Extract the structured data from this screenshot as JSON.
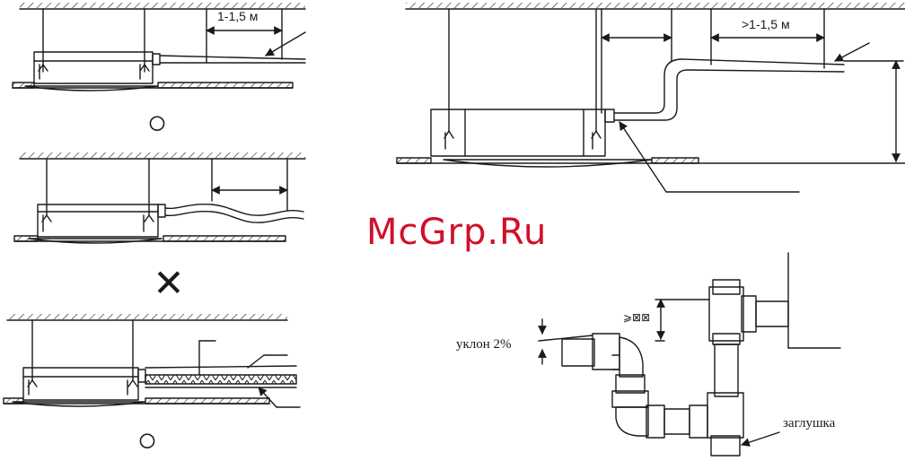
{
  "colors": {
    "line": "#1a1a1a",
    "watermark": "#d0102a",
    "background": "#ffffff"
  },
  "top_left": {
    "distance_label": "1-1,5 м",
    "verdict_symbol": "○"
  },
  "middle_left": {
    "verdict_symbol": "✕"
  },
  "bottom_left": {
    "verdict_symbol": "○"
  },
  "top_right": {
    "distance_label": ">1-1,5 м"
  },
  "drain": {
    "slope_label": "уклон 2%",
    "height_label": "⩾⊠⊠",
    "cap_label": "заглушка"
  },
  "watermark": {
    "text": "McGrp.Ru"
  }
}
